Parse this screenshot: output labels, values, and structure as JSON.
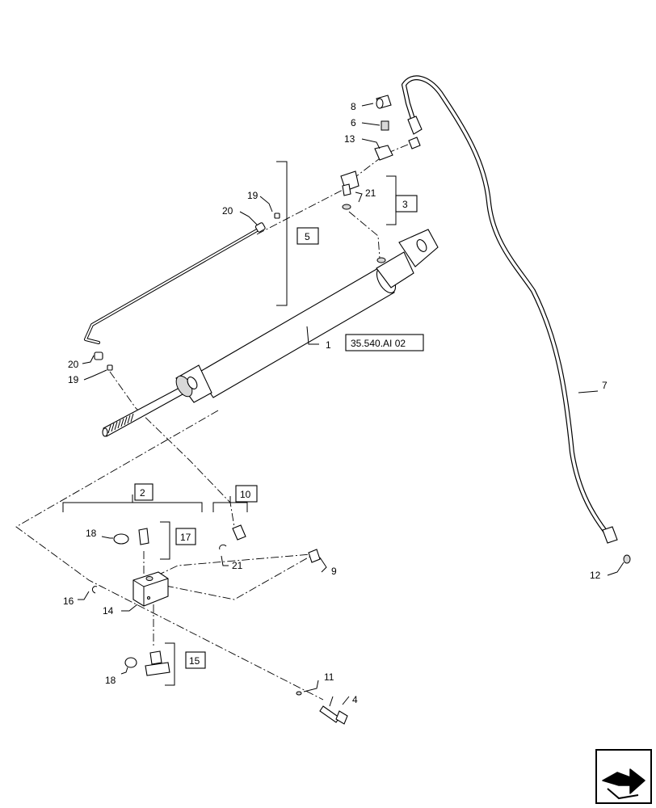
{
  "callouts": [
    "1",
    "2",
    "3",
    "4",
    "5",
    "6",
    "7",
    "8",
    "9",
    "10",
    "11",
    "12",
    "13",
    "14",
    "15",
    "16",
    "17",
    "18",
    "19",
    "20",
    "21"
  ],
  "labels": {
    "p1": "1",
    "p2": "2",
    "p3": "3",
    "p4": "4",
    "p5": "5",
    "p6": "6",
    "p7": "7",
    "p8": "8",
    "p9": "9",
    "p10": "10",
    "p11": "11",
    "p12": "12",
    "p13": "13",
    "p14": "14",
    "p15": "15",
    "p16": "16",
    "p17": "17",
    "p18a": "18",
    "p18b": "18",
    "p19a": "19",
    "p19b": "19",
    "p20a": "20",
    "p20b": "20",
    "p21a": "21",
    "p21b": "21"
  },
  "reference": "35.540.AI 02",
  "nav_icon": "next-page-arrow-icon"
}
